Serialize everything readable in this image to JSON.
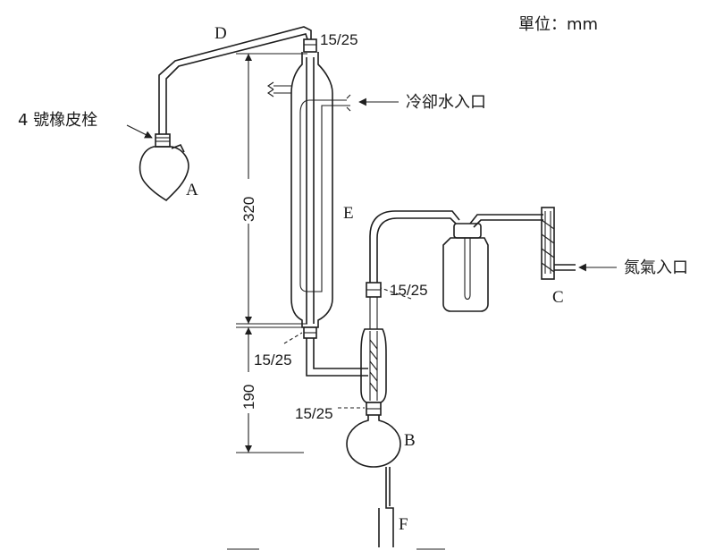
{
  "unit_label": "單位：mm",
  "stopper_label": "4 號橡皮栓",
  "cooling_water_label": "冷卻水入口",
  "nitrogen_label": "氮氣入口",
  "parts": {
    "A": "A",
    "B": "B",
    "C": "C",
    "D": "D",
    "E": "E",
    "F": "F"
  },
  "joints": {
    "top": "15/25",
    "condenser_bottom": "15/25",
    "upper_right": "15/25",
    "lower": "15/25"
  },
  "dimensions": {
    "condenser_length": "320",
    "lower_length": "190"
  }
}
